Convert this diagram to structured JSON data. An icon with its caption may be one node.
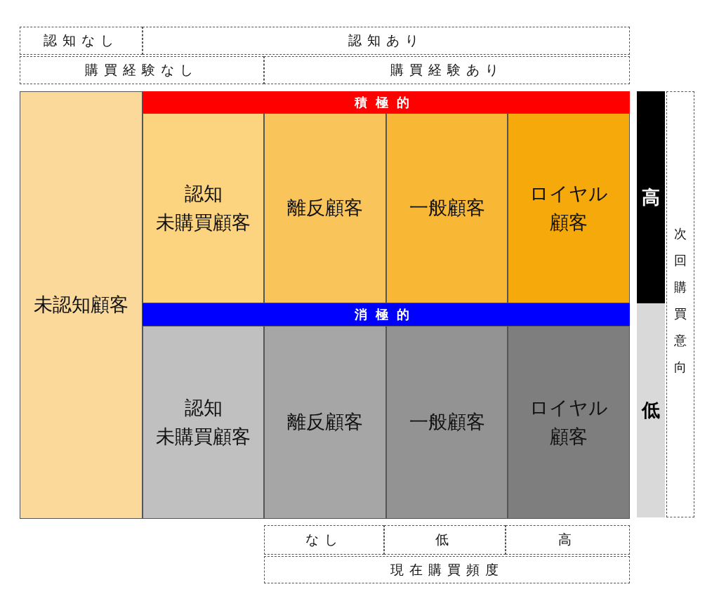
{
  "diagram": {
    "nodes": [
      {
        "text": [
          "認知なし"
        ]
      },
      {
        "text": [
          "認知あり"
        ]
      },
      {
        "text": [
          "購買経験なし"
        ]
      },
      {
        "text": [
          "購買経験あり"
        ]
      },
      {
        "text": [
          "未認知顧客"
        ]
      },
      {
        "text": [
          "積極的"
        ]
      },
      {
        "text": [
          "認知",
          "未購買顧客"
        ]
      },
      {
        "text": [
          "離反顧客"
        ]
      },
      {
        "text": [
          "一般顧客"
        ]
      },
      {
        "text": [
          "ロイヤル",
          "顧客"
        ]
      },
      {
        "text": [
          "消極的"
        ]
      },
      {
        "text": [
          "認知",
          "未購買顧客"
        ]
      },
      {
        "text": [
          "離反顧客"
        ]
      },
      {
        "text": [
          "一般顧客"
        ]
      },
      {
        "text": [
          "ロイヤル",
          "顧客"
        ]
      },
      {
        "text": [
          "高"
        ]
      },
      {
        "text": [
          "低"
        ]
      },
      {
        "text": [
          "次回購買意向"
        ]
      },
      {
        "text": [
          "なし"
        ]
      },
      {
        "text": [
          "低"
        ]
      },
      {
        "text": [
          "高"
        ]
      },
      {
        "text": [
          "現在購買頻度"
        ]
      }
    ]
  }
}
